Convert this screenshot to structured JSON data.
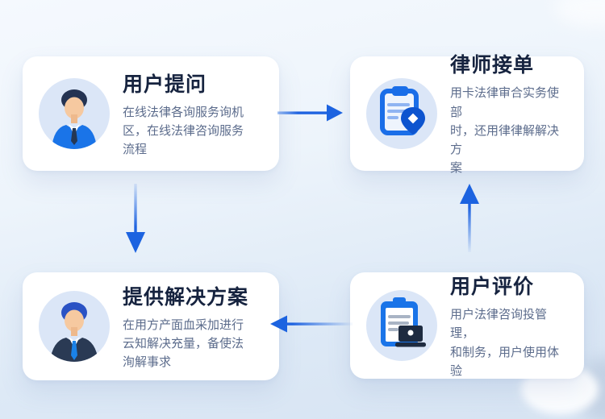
{
  "colors": {
    "accent_blue": "#1a6ee8",
    "arrow_blue": "#1f63e0",
    "title_navy": "#16233f",
    "desc_gray": "#5c6c8c",
    "card_bg": "#ffffff",
    "icon_circle_bg": "#dbe6f7",
    "bg_top": "#f5f9fe",
    "bg_bottom": "#d6e3f2"
  },
  "cards": [
    {
      "id": "user-question",
      "title": "用户提问",
      "description": [
        "在线法律各询服务询机",
        "区，在线法律咨询服务",
        "流程"
      ],
      "icon": "businessman-blue-suit-icon"
    },
    {
      "id": "lawyer-accept",
      "title": "律师接单",
      "description": [
        "用卡法律审合实务使部",
        "时，还用律律解解决方",
        "案"
      ],
      "icon": "clipboard-location-pin-icon"
    },
    {
      "id": "provide-solution",
      "title": "提供解决方案",
      "description": [
        "在用方产面血采加进行",
        "云知解决充量，备使法",
        "洵解事求"
      ],
      "icon": "businessman-dark-suit-icon"
    },
    {
      "id": "user-review",
      "title": "用户评价",
      "description": [
        "用户法律咨询投管理，",
        "和制务，用户使用体",
        "验"
      ],
      "icon": "clipboard-laptop-icon"
    }
  ],
  "flow": [
    {
      "from": "用户提问",
      "to": "律师接单",
      "direction": "right"
    },
    {
      "from": "用户提问",
      "to": "提供解决方案",
      "direction": "down"
    },
    {
      "from": "用户评价",
      "to": "律师接单",
      "direction": "up"
    },
    {
      "from": "用户评价",
      "to": "提供解决方案",
      "direction": "left"
    }
  ]
}
